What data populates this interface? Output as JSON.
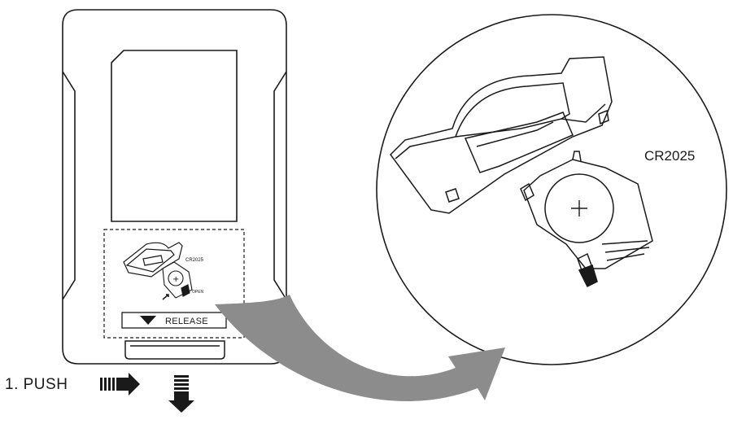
{
  "diagram": {
    "step_label": "1. PUSH",
    "battery_label": "CR2025",
    "small_battery_label": "CR2025",
    "open_label": "OPEN",
    "release_label": "RELEASE",
    "colors": {
      "line": "#1a1a1a",
      "arrow_fill": "#8c8c8c",
      "background": "#ffffff"
    },
    "icons": [
      "push-right-arrow-icon",
      "push-down-arrow-icon",
      "release-triangle-icon",
      "battery-plus-icon",
      "curved-arrow-icon"
    ]
  }
}
